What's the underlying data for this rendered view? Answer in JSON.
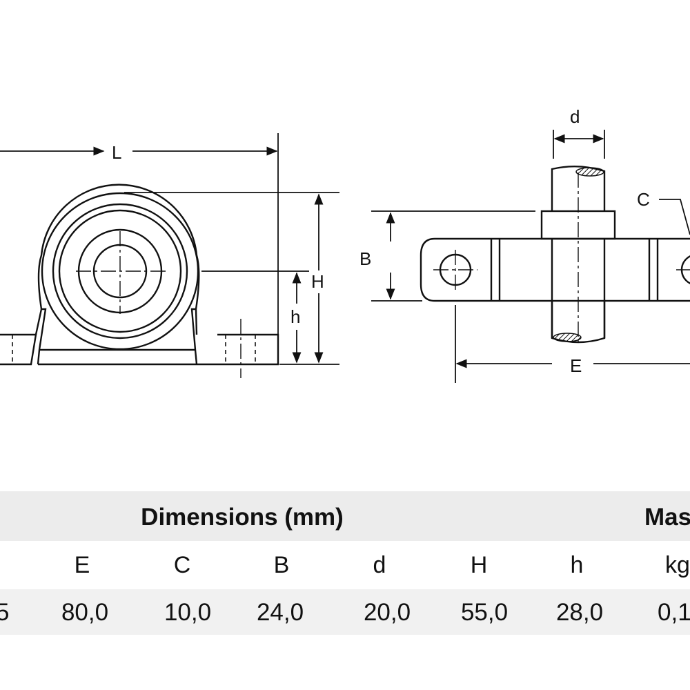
{
  "dimension_labels": {
    "L": "L",
    "H": "H",
    "h": "h",
    "d": "d",
    "C": "C",
    "B": "B",
    "E": "E"
  },
  "table": {
    "title": "Dimensions (mm)",
    "title_right_partial": "Mas",
    "columns": [
      "E",
      "C",
      "B",
      "d",
      "H",
      "h"
    ],
    "column_right_partial": "kg",
    "values": [
      "80,0",
      "10,0",
      "24,0",
      "20,0",
      "55,0",
      "28,0"
    ],
    "value_left_partial": "5",
    "value_right_partial": "0,1"
  }
}
